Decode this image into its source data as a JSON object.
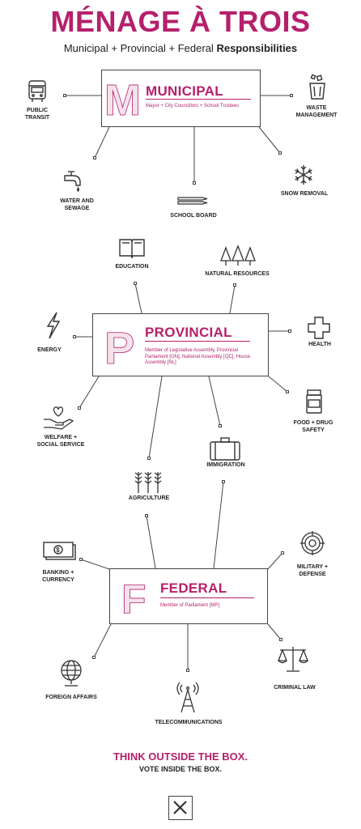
{
  "title": "MÉNAGE À TROIS",
  "subtitle": {
    "plain": "Municipal + Provincial + Federal",
    "bold": "Responsibilities"
  },
  "levels": {
    "municipal": {
      "letter": "M",
      "name": "MUNICIPAL",
      "members": "Mayor + City Councillors + School Trustees",
      "responsibilities": [
        {
          "label": "PUBLIC\nTRANSIT",
          "icon": "bus-icon"
        },
        {
          "label": "WASTE\nMANAGEMENT",
          "icon": "trash-bin-icon"
        },
        {
          "label": "WATER AND\nSEWAGE",
          "icon": "water-tap-icon"
        },
        {
          "label": "SCHOOL BOARD",
          "icon": "pencil-icon"
        },
        {
          "label": "SNOW REMOVAL",
          "icon": "snowflake-icon"
        }
      ]
    },
    "provincial": {
      "letter": "P",
      "name": "PROVINCIAL",
      "members": "Member of Legislative Assembly, Provincial Parliament [ON], National Assembly [QC], House Assembly [NL]",
      "responsibilities": [
        {
          "label": "EDUCATION",
          "icon": "book-icon"
        },
        {
          "label": "NATURAL RESOURCES",
          "icon": "trees-icon"
        },
        {
          "label": "ENERGY",
          "icon": "lightning-icon"
        },
        {
          "label": "HEALTH",
          "icon": "cross-icon"
        },
        {
          "label": "WELFARE +\nSOCIAL SERVICE",
          "icon": "hand-heart-icon"
        },
        {
          "label": "FOOD + DRUG\nSAFETY",
          "icon": "pill-bottle-icon"
        },
        {
          "label": "IMMIGRATION",
          "icon": "suitcase-icon"
        },
        {
          "label": "AGRICULTURE",
          "icon": "wheat-icon"
        }
      ]
    },
    "federal": {
      "letter": "F",
      "name": "FEDERAL",
      "members": "Member of Parliament [MP]",
      "responsibilities": [
        {
          "label": "BANKING +\nCURRENCY",
          "icon": "banknote-icon"
        },
        {
          "label": "MILITARY +\nDEFENSE",
          "icon": "target-icon"
        },
        {
          "label": "FOREIGN AFFAIRS",
          "icon": "globe-icon"
        },
        {
          "label": "TELECOMMUNICATIONS",
          "icon": "antenna-icon"
        },
        {
          "label": "CRIMINAL LAW",
          "icon": "scales-icon"
        }
      ]
    }
  },
  "tagline": {
    "line1": "THINK OUTSIDE THE BOX.",
    "line2": "VOTE INSIDE THE BOX."
  },
  "ballot_mark": "X"
}
